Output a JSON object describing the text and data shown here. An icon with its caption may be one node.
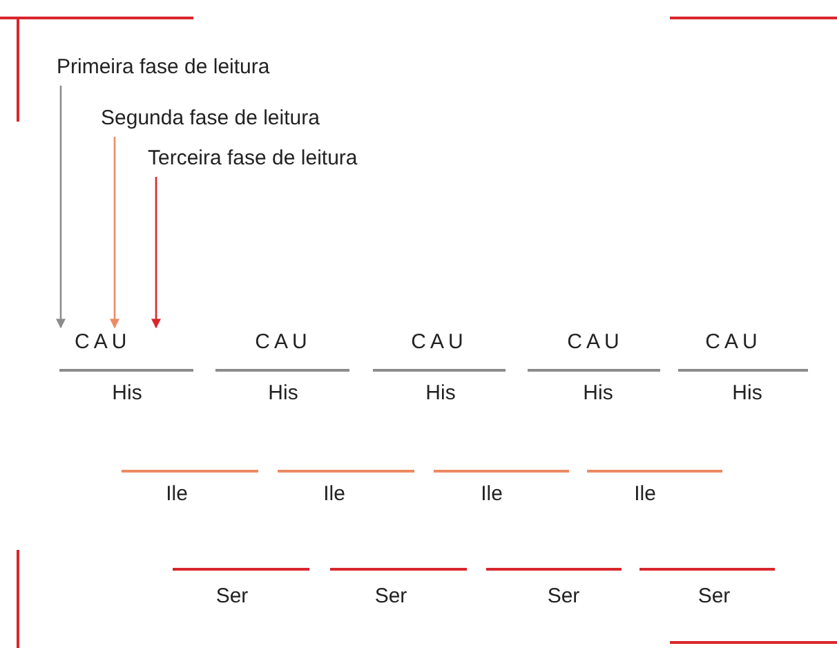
{
  "diagram": {
    "nodes": [
      {
        "text": [
          "Primeira fase de leitura"
        ]
      },
      {
        "text": [
          "Segunda fase de leitura"
        ]
      },
      {
        "text": [
          "Terceira fase de leitura"
        ]
      },
      {
        "text": [
          "CAU"
        ]
      }
    ],
    "edges": [
      {
        "from": 0,
        "to": 3,
        "arrow": "to",
        "color": "#8c8c8c"
      },
      {
        "from": 1,
        "to": 3,
        "arrow": "to",
        "color": "#ec8a63"
      },
      {
        "from": 2,
        "to": 3,
        "arrow": "to",
        "color": "#d9262c"
      }
    ],
    "labels": [
      "CAU",
      "CAU",
      "CAU",
      "CAU",
      "His",
      "His",
      "His",
      "His",
      "His",
      "Ile",
      "Ile",
      "Ile",
      "Ile",
      "Ser",
      "Ser",
      "Ser",
      "Ser"
    ]
  }
}
